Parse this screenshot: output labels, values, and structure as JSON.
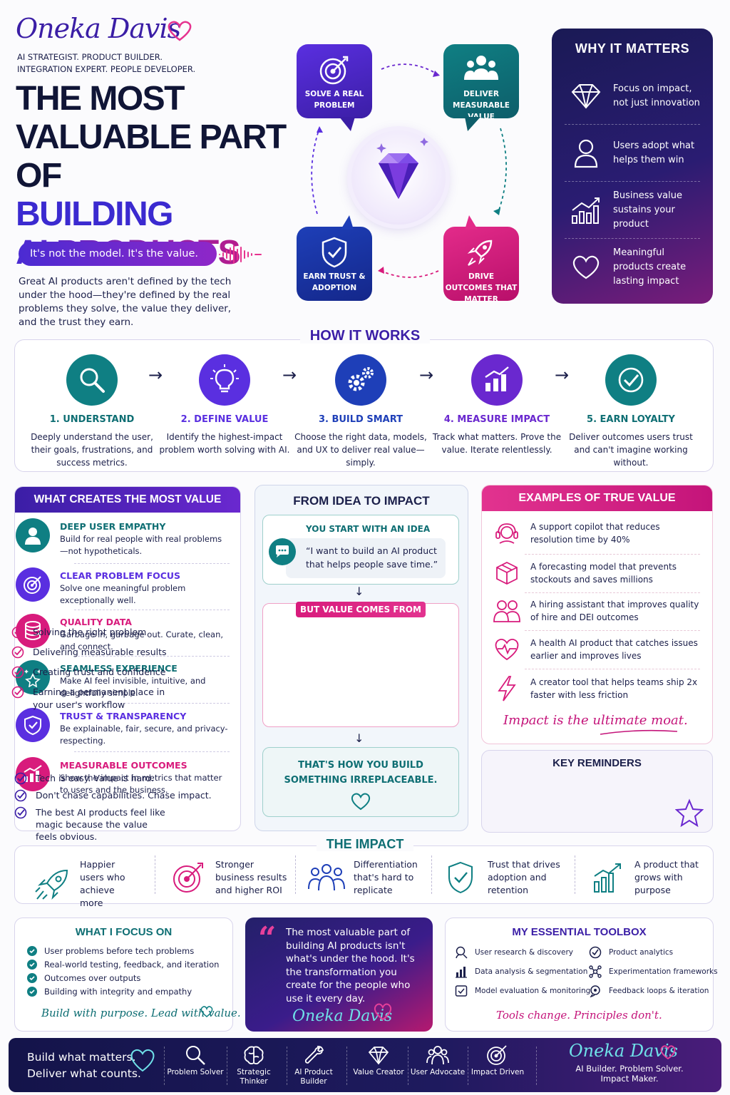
{
  "header": {
    "brand": "Oneka Davis",
    "tagline_1": "AI STRATEGIST. PRODUCT BUILDER.",
    "tagline_2": "INTEGRATION EXPERT. PEOPLE DEVELOPER.",
    "title_1": "THE MOST",
    "title_2": "VALUABLE PART OF",
    "title_3": "BUILDING",
    "title_4": "AI PRODUCTS",
    "pill": "It's not the model. It's the value.",
    "intro": "Great AI products aren't defined by the tech under the hood—they're defined by the real problems they solve, the value they deliver, and the trust they earn."
  },
  "cycle": {
    "solve": "SOLVE A REAL PROBLEM",
    "deliver": "DELIVER MEASURABLE VALUE",
    "trust": "EARN TRUST & ADOPTION",
    "drive": "DRIVE OUTCOMES THAT MATTER"
  },
  "why": {
    "title": "WHY IT MATTERS",
    "items": [
      {
        "text": "Focus on impact, not just innovation",
        "icon": "diamond-icon"
      },
      {
        "text": "Users adopt what helps them win",
        "icon": "user-icon"
      },
      {
        "text": "Business value sustains your product",
        "icon": "growth-chart-icon"
      },
      {
        "text": "Meaningful products create lasting impact",
        "icon": "heart-icon"
      }
    ]
  },
  "how": {
    "title": "HOW IT WORKS",
    "steps": [
      {
        "heading": "1. UNDERSTAND",
        "desc": "Deeply understand the user, their goals, frustrations, and success metrics.",
        "color": "#0f7f83",
        "icon": "search-icon"
      },
      {
        "heading": "2. DEFINE VALUE",
        "desc": "Identify the highest-impact problem worth solving with AI.",
        "color": "#5a2fe0",
        "icon": "lightbulb-icon"
      },
      {
        "heading": "3. BUILD SMART",
        "desc": "Choose the right data, models, and UX to deliver real value—simply.",
        "color": "#1e3fb8",
        "icon": "gears-icon"
      },
      {
        "heading": "4. MEASURE IMPACT",
        "desc": "Track what matters. Prove the value. Iterate relentlessly.",
        "color": "#6a28cf",
        "icon": "bar-chart-icon"
      },
      {
        "heading": "5. EARN LOYALTY",
        "desc": "Deliver outcomes users trust and can't imagine working without.",
        "color": "#0f7f83",
        "icon": "check-circle-icon"
      }
    ]
  },
  "value": {
    "title": "WHAT CREATES THE MOST VALUE",
    "items": [
      {
        "heading": "DEEP USER EMPATHY",
        "desc": "Build for real people with real problems—not hypotheticals.",
        "color": "#0f7f83"
      },
      {
        "heading": "CLEAR PROBLEM FOCUS",
        "desc": "Solve one meaningful problem exceptionally well.",
        "color": "#5a2fe0"
      },
      {
        "heading": "QUALITY DATA",
        "desc": "Garbage in, garbage out. Curate, clean, and connect.",
        "color": "#d81b7c"
      },
      {
        "heading": "SEAMLESS EXPERIENCE",
        "desc": "Make AI feel invisible, intuitive, and delightfully simple.",
        "color": "#0f7f83"
      },
      {
        "heading": "TRUST & TRANSPARENCY",
        "desc": "Be explainable, fair, secure, and privacy-respecting.",
        "color": "#5a2fe0"
      },
      {
        "heading": "MEASURABLE OUTCOMES",
        "desc": "Show the impact in metrics that matter to users and the business.",
        "color": "#d81b7c"
      }
    ]
  },
  "idea": {
    "title": "FROM IDEA TO IMPACT",
    "start": "YOU START WITH AN IDEA",
    "quote": "“I want to build an AI product that helps people save time.”",
    "value_tag": "BUT VALUE COMES FROM",
    "checks": [
      "Solving the right problem",
      "Delivering measurable results",
      "Creating trust and confidence",
      "Earning a permanent place in your user's workflow"
    ],
    "end": "THAT'S HOW YOU BUILD SOMETHING IRREPLACEABLE."
  },
  "examples": {
    "title": "EXAMPLES OF TRUE VALUE",
    "items": [
      {
        "text": "A support copilot that reduces resolution time by 40%",
        "icon": "headset-icon"
      },
      {
        "text": "A forecasting model that prevents stockouts and saves millions",
        "icon": "box-icon"
      },
      {
        "text": "A hiring assistant that improves quality of hire and DEI outcomes",
        "icon": "people-icon"
      },
      {
        "text": "A health AI product that catches issues earlier and improves lives",
        "icon": "heartbeat-icon"
      },
      {
        "text": "A creator tool that helps teams ship 2x faster with less friction",
        "icon": "lightning-icon"
      }
    ],
    "moat": "Impact is the ultimate moat."
  },
  "reminders": {
    "title": "KEY REMINDERS",
    "items": [
      "Tech is easy. Value is hard.",
      "Don't chase capabilities. Chase impact.",
      "The best AI products feel like magic because the value feels obvious."
    ]
  },
  "impact": {
    "title": "THE IMPACT",
    "items": [
      {
        "text": "Happier users who achieve more",
        "icon": "rocket-icon"
      },
      {
        "text": "Stronger business results and higher ROI",
        "icon": "target-icon"
      },
      {
        "text": "Differentiation that's hard to replicate",
        "icon": "group-icon"
      },
      {
        "text": "Trust that drives adoption and retention",
        "icon": "shield-check-icon"
      },
      {
        "text": "A product that grows with purpose",
        "icon": "growth-chart-icon"
      }
    ]
  },
  "focus": {
    "title": "WHAT I FOCUS ON",
    "items": [
      "User problems before tech problems",
      "Real-world testing, feedback, and iteration",
      "Outcomes over outputs",
      "Building with integrity and empathy"
    ],
    "script": "Build with purpose. Lead with value."
  },
  "quote": {
    "text": "The most valuable part of building AI products isn't what's under the hood. It's the transformation you create for the people who use it every day.",
    "signature": "Oneka Davis"
  },
  "toolbox": {
    "title": "MY ESSENTIAL TOOLBOX",
    "items": [
      "User research & discovery",
      "Product analytics",
      "Data analysis & segmentation",
      "Experimentation frameworks",
      "Model evaluation & monitoring",
      "Feedback loops & iteration"
    ],
    "script": "Tools change. Principles don't."
  },
  "footer": {
    "slogan_1": "Build what matters.",
    "slogan_2": "Deliver what counts.",
    "badges": [
      {
        "label": "Problem Solver",
        "icon": "search-icon"
      },
      {
        "label": "Strategic Thinker",
        "icon": "brain-icon"
      },
      {
        "label": "AI Product Builder",
        "icon": "wrench-icon"
      },
      {
        "label": "Value Creator",
        "icon": "diamond-icon"
      },
      {
        "label": "User Advocate",
        "icon": "users-icon"
      },
      {
        "label": "Impact Driven",
        "icon": "target-icon"
      }
    ],
    "signature": "Oneka Davis",
    "sub_1": "AI Builder. Problem Solver.",
    "sub_2": "Impact Maker."
  }
}
